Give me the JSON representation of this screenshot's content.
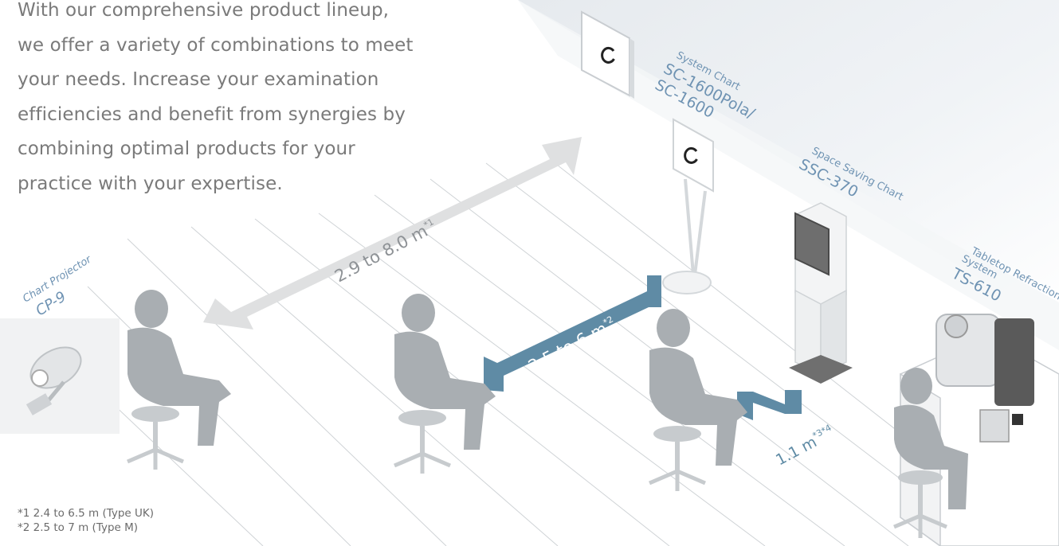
{
  "intro_lines": [
    "With our comprehensive product lineup,",
    "we offer a variety of combinations to meet",
    "your needs. Increase your examination",
    "efficiencies and benefit from synergies by",
    "combining optimal products for your",
    "practice with your expertise."
  ],
  "products": {
    "chart_projector": {
      "category": "Chart Projector",
      "model": "CP-9"
    },
    "system_chart": {
      "category": "System Chart",
      "model_line1": "SC-1600Pola/",
      "model_line2": "SC-1600"
    },
    "space_saving_chart": {
      "category": "Space Saving Chart",
      "model": "SSC-370"
    },
    "tabletop_refraction": {
      "category_line1": "Tabletop Refraction",
      "category_line2": "System",
      "model": "TS-610"
    }
  },
  "distances": {
    "long": {
      "label": "2.9 to 8.0 m",
      "note_ref": "*1"
    },
    "mid": {
      "label": "2.5 to 6 m",
      "note_ref": "*2"
    },
    "short": {
      "label": "1.1 m",
      "note_ref": "*3*4"
    }
  },
  "footnotes": [
    "*1 2.4 to 6.5 m (Type UK)",
    "*2 2.5 to 7 m (Type M)"
  ],
  "colors": {
    "text_gray": "#7a7a7a",
    "label_blue": "#6f93b3",
    "arrow_gray": "#dcdcdc",
    "arrow_blue": "#5f8ba5",
    "person": "#a9aeb2",
    "chair": "#c7cbce",
    "wall": "#eef1f4"
  }
}
